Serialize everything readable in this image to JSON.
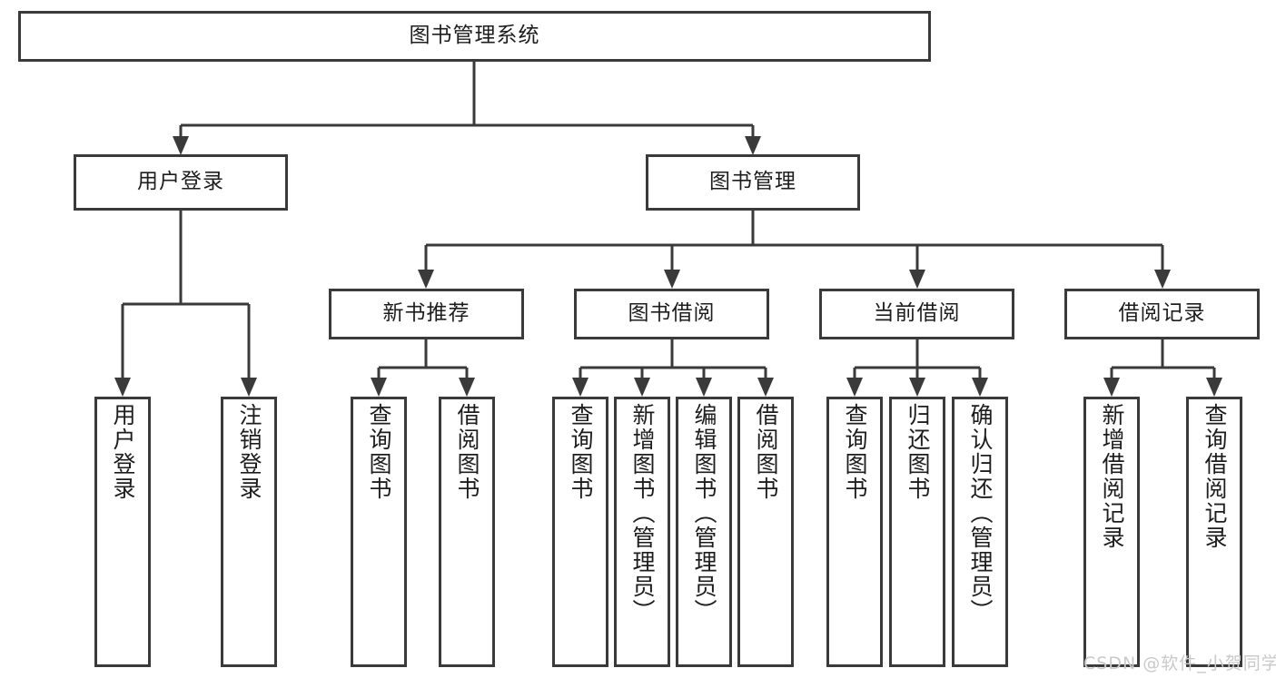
{
  "diagram": {
    "type": "tree",
    "title": "图书管理系统",
    "watermark": "CSDN @软件_小贺同学",
    "colors": {
      "stroke": "#3a3a3a",
      "node_fill": "#ffffff",
      "text": "#1d1d1d",
      "background": "#ffffff",
      "watermark": "#c9c9c9"
    },
    "root": {
      "label": "图书管理系统"
    },
    "level2": [
      {
        "label": "用户登录"
      },
      {
        "label": "图书管理"
      }
    ],
    "level3": [
      {
        "label": "新书推荐"
      },
      {
        "label": "图书借阅"
      },
      {
        "label": "当前借阅"
      },
      {
        "label": "借阅记录"
      }
    ],
    "leaves": {
      "user_login": [
        {
          "label": "用户登录"
        },
        {
          "label": "注销登录"
        }
      ],
      "new_book_recommend": [
        {
          "label": "查询图书"
        },
        {
          "label": "借阅图书"
        }
      ],
      "book_borrow": [
        {
          "label": "查询图书"
        },
        {
          "label": "新增图书（管理员）"
        },
        {
          "label": "编辑图书（管理员）"
        },
        {
          "label": "借阅图书"
        }
      ],
      "current_borrow": [
        {
          "label": "查询图书"
        },
        {
          "label": "归还图书"
        },
        {
          "label": "确认归还（管理员）"
        }
      ],
      "borrow_record": [
        {
          "label": "新增借阅记录"
        },
        {
          "label": "查询借阅记录"
        }
      ]
    }
  }
}
